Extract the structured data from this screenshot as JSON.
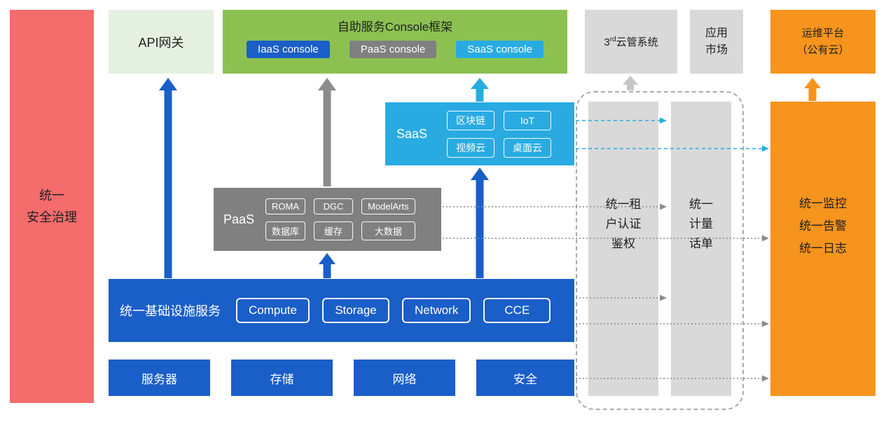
{
  "colors": {
    "red": "#F56C6C",
    "lightgreen": "#E4F1E0",
    "green": "#8CC152",
    "blue": "#1A5EC8",
    "gray": "#808080",
    "cyan": "#29ABE2",
    "lightgray": "#D9D9D9",
    "orange": "#F7941E",
    "dash": "#ABABAB",
    "arrowgray": "#8C8C8C",
    "lightarrow": "#C6C6C6"
  },
  "security": {
    "label": "统一\n安全治理"
  },
  "api_gateway": {
    "label": "API网关"
  },
  "console": {
    "title": "自助服务Console框架",
    "iaas": "IaaS console",
    "paas": "PaaS console",
    "saas": "SaaS console"
  },
  "third_cloud": {
    "prefix": "3",
    "sup": "rd",
    "suffix": "云管系统"
  },
  "app_market": {
    "label": "应用\n市场"
  },
  "ops_platform": {
    "label": "运维平台\n（公有云）"
  },
  "saas": {
    "label": "SaaS",
    "items": [
      "区块链",
      "IoT",
      "视频云",
      "桌面云"
    ]
  },
  "paas": {
    "label": "PaaS",
    "items": [
      "ROMA",
      "DGC",
      "ModelArts",
      "数据库",
      "缓存",
      "大数据"
    ]
  },
  "infra": {
    "label": "统一基础设施服务",
    "items": [
      "Compute",
      "Storage",
      "Network",
      "CCE"
    ]
  },
  "hardware": {
    "items": [
      "服务器",
      "存储",
      "网络",
      "安全"
    ]
  },
  "auth": {
    "label": "统一租\n户认证\n鉴权"
  },
  "metering": {
    "label": "统一\n计量\n话单"
  },
  "monitoring": {
    "label": "统一监控\n统一告警\n统一日志"
  }
}
